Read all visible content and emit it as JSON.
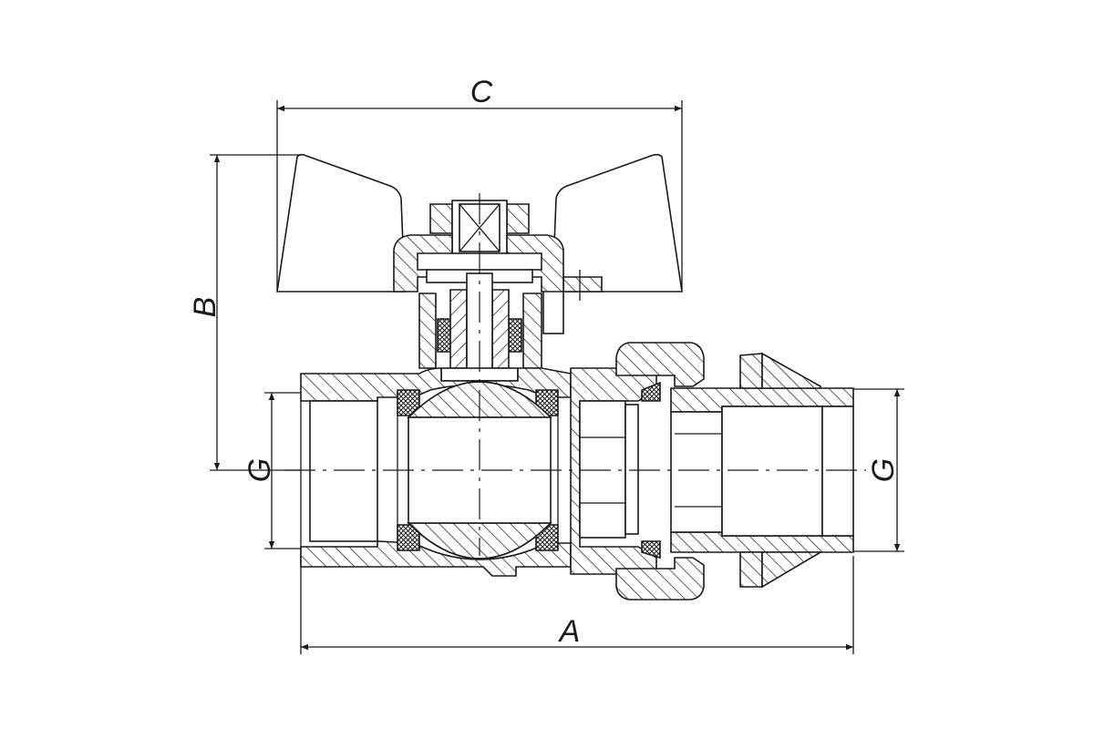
{
  "drawing": {
    "dimensions": {
      "A": "A",
      "B": "B",
      "C": "C",
      "G_left": "G",
      "G_right": "G"
    }
  }
}
